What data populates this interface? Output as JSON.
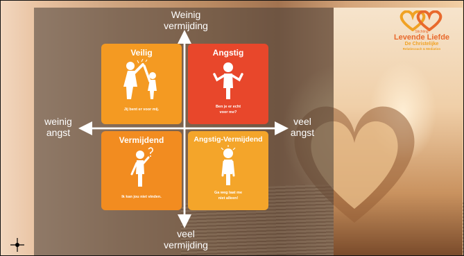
{
  "axes": {
    "top": "Weinig vermijding",
    "top_line1": "Weinig",
    "top_line2": "vermijding",
    "bottom_line1": "veel",
    "bottom_line2": "vermijding",
    "left_line1": "weinig",
    "left_line2": "angst",
    "right_line1": "veel",
    "right_line2": "angst"
  },
  "quadrants": [
    {
      "title": "Veilig",
      "caption": "Jij bent er voor mij.",
      "color": "#f49a22"
    },
    {
      "title": "Angstig",
      "caption_line1": "Ben je er echt",
      "caption_line2": "voor me?",
      "color": "#e8472b"
    },
    {
      "title": "Vermijdend",
      "caption": "Ik kan jou niet vinden.",
      "color": "#f28c20"
    },
    {
      "title": "Angstig-Vermijdend",
      "caption_line1": "Ga weg laat me",
      "caption_line2": "niet alleen!",
      "color": "#f4a52a"
    }
  ],
  "logo": {
    "line1": "Stichting",
    "line2": "Levende Liefde",
    "line3": "De Christelijke",
    "line4": "Relatiecoach & Mediation"
  }
}
